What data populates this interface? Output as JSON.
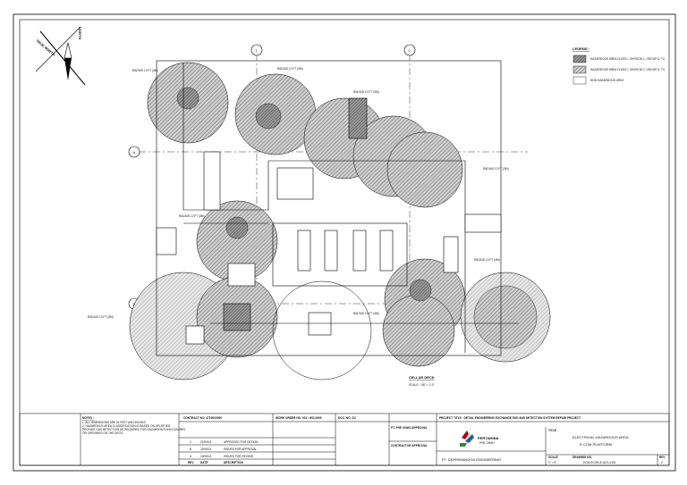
{
  "drawing": {
    "compass": {
      "north": "NORTH",
      "true_north": "TRUE NORTH"
    },
    "gridlines": {
      "g1": "1",
      "g2": "2",
      "gA": "A",
      "gB": "B"
    },
    "legend": {
      "title": "LEGEND :",
      "items": [
        "HAZARDOUS AREA CLASS I, DIVISION 1, GROUP D, T3",
        "HAZARDOUS AREA CLASS I, DIVISION 2, GROUP D, T3",
        "NON HAZARDOUS AREA"
      ]
    },
    "radius_labels": [
      "RADIUS 10 FT (3M)",
      "RADIUS 10 FT (3M)",
      "RADIUS 10 FT (3M)",
      "RADIUS 10 FT (3M)",
      "RADIUS 10 FT (3M)",
      "RADIUS 10 FT (3M)",
      "RADIUS 10 FT (3M)",
      "RADIUS 10 FT (3M)"
    ],
    "plan_title": "CELLAR DECK",
    "plan_scale": "SCALE : 1/8\" = 1'-0\""
  },
  "titleblock": {
    "notes_title": "NOTES :",
    "notes": [
      "1. ALL DIMENSIONS ARE IN FEET AND INCHES.",
      "2. HAZARDOUS AREA CLASSIFICATION IS BASED ON API RP 505.",
      "   PROVIDE GAS DETECTION AS REQUIRED FOR HAZARDOUS ENCLOSURES",
      "   OR OPENINGS ON THE DECK."
    ],
    "contract_no": "CONTRACT NO. 4710000000",
    "work_order_no": "WORK ORDER NO. 001 / WO-0000",
    "doc_no": "DOC. NO. 2/2",
    "pt_pem_approval": "PT. PHE ONWJ APPROVAL",
    "contractor_approval": "CONTRACTOR APPROVAL",
    "revision_rows": [
      {
        "rev": "C",
        "date": "01/09/21",
        "desc": "APPROVED FOR DESIGN"
      },
      {
        "rev": "B",
        "date": "22/08/21",
        "desc": "ISSUED FOR APPROVAL"
      },
      {
        "rev": "A",
        "date": "10/08/21",
        "desc": "ISSUED FOR REVIEW"
      },
      {
        "rev": "REV",
        "date": "DATE",
        "desc": "DESCRIPTION"
      }
    ],
    "project_title": "PROJECT TITLE : DETAIL ENGINEERING EXCHANGE ESD AND DETECTION SYSTEM REPAIR PROJECT",
    "company": "PERTAMINA",
    "company_sub": "PHE ONWJ",
    "contractor": "PT. DEPRIWANGGA ENGINEERING",
    "title_label": "TITLE",
    "drawing_title_1": "ELECTRICAL HAZARDOUS AREA",
    "drawing_title_2": "E-COM PLATFORM",
    "scale_label": "SCALE",
    "scale_value": "1\" = 8'",
    "drawing_no_label": "DRAWING NO.",
    "drawing_no": "ECM-ECOM-E-ACS-2101",
    "rev_label": "REV",
    "rev_value": "C"
  }
}
